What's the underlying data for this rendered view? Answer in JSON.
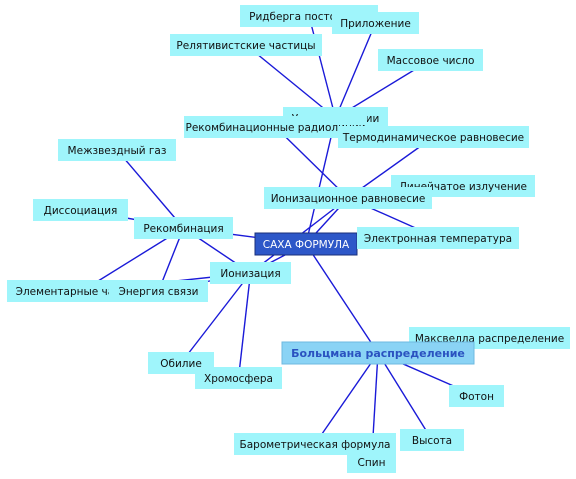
{
  "center": {
    "id": "saha",
    "label": "САХА ФОРМУЛА"
  },
  "nodes": [
    {
      "id": "rydberg",
      "label": "Ридберга постоянная"
    },
    {
      "id": "app",
      "label": "Приложение"
    },
    {
      "id": "relativ",
      "label": "Релятивистские частицы"
    },
    {
      "id": "mass",
      "label": "Массовое число"
    },
    {
      "id": "levels",
      "label": "Уровни энергии"
    },
    {
      "id": "recombrad",
      "label": "Рекомбинационные радиолинии"
    },
    {
      "id": "thermo",
      "label": "Термодинамическое равновесие"
    },
    {
      "id": "ism",
      "label": "Межзвездный газ"
    },
    {
      "id": "linear",
      "label": "Линейчатое излучение"
    },
    {
      "id": "ioneq",
      "label": "Ионизационное равновесие"
    },
    {
      "id": "dissoc",
      "label": "Диссоциация"
    },
    {
      "id": "recomb",
      "label": "Рекомбинация"
    },
    {
      "id": "etemp",
      "label": "Электронная температура"
    },
    {
      "id": "ioniz",
      "label": "Ионизация"
    },
    {
      "id": "elem",
      "label": "Элементарные частицы"
    },
    {
      "id": "binding",
      "label": "Энергия связи"
    },
    {
      "id": "maxwell",
      "label": "Максвелла распределение"
    },
    {
      "id": "boltz",
      "label": "Больцмана распределение"
    },
    {
      "id": "abund",
      "label": "Обилие"
    },
    {
      "id": "chromo",
      "label": "Хромосфера"
    },
    {
      "id": "photon",
      "label": "Фотон"
    },
    {
      "id": "baro",
      "label": "Барометрическая формула"
    },
    {
      "id": "height",
      "label": "Высота"
    },
    {
      "id": "spin",
      "label": "Спин"
    }
  ],
  "edges": [
    [
      "saha",
      "levels"
    ],
    [
      "saha",
      "ioneq"
    ],
    [
      "saha",
      "recomb"
    ],
    [
      "saha",
      "ioniz"
    ],
    [
      "saha",
      "boltz"
    ],
    [
      "levels",
      "rydberg"
    ],
    [
      "levels",
      "app"
    ],
    [
      "levels",
      "relativ"
    ],
    [
      "levels",
      "mass"
    ],
    [
      "levels",
      "recombrad"
    ],
    [
      "levels",
      "thermo"
    ],
    [
      "ioneq",
      "recombrad"
    ],
    [
      "ioneq",
      "thermo"
    ],
    [
      "ioneq",
      "linear"
    ],
    [
      "ioneq",
      "etemp"
    ],
    [
      "ioneq",
      "ioniz"
    ],
    [
      "recomb",
      "ism"
    ],
    [
      "recomb",
      "dissoc"
    ],
    [
      "recomb",
      "elem"
    ],
    [
      "recomb",
      "binding"
    ],
    [
      "recomb",
      "ioniz"
    ],
    [
      "ioniz",
      "elem"
    ],
    [
      "ioniz",
      "binding"
    ],
    [
      "ioniz",
      "abund"
    ],
    [
      "ioniz",
      "chromo"
    ],
    [
      "boltz",
      "maxwell"
    ],
    [
      "boltz",
      "photon"
    ],
    [
      "boltz",
      "baro"
    ],
    [
      "boltz",
      "height"
    ],
    [
      "boltz",
      "spin"
    ]
  ]
}
